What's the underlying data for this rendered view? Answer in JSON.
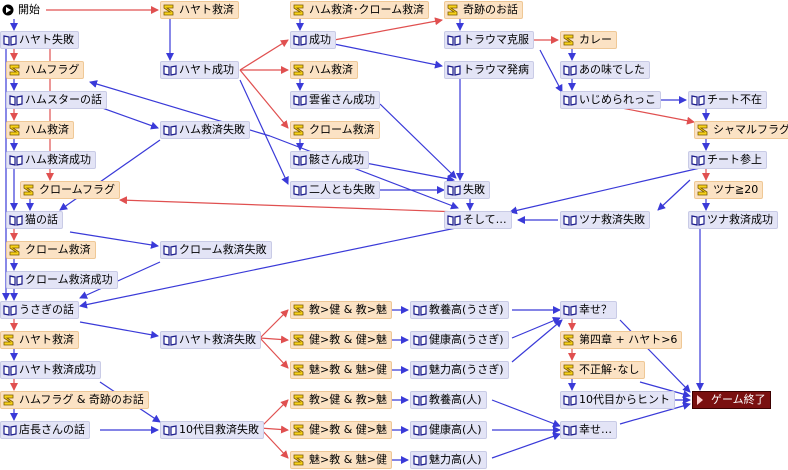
{
  "colors": {
    "flow": "#3a3ad8",
    "branch_flow": "#e05050",
    "scene_bg": "#e3e4f6",
    "branch_bg": "#fbe2c4",
    "end_bg": "#7a1010"
  },
  "nodes": {
    "start": {
      "label": "開始",
      "icon": "play-icon"
    },
    "hayato_fail": {
      "label": "ハヤト失敗",
      "icon": "book-icon"
    },
    "ham_flag": {
      "label": "ハムフラグ",
      "icon": "branch-icon"
    },
    "hamster_story": {
      "label": "ハムスターの話",
      "icon": "book-icon"
    },
    "ham_rescue_l": {
      "label": "ハム救済",
      "icon": "branch-icon"
    },
    "ham_rescue_success": {
      "label": "ハム救済成功",
      "icon": "book-icon"
    },
    "chrome_flag": {
      "label": "クロームフラグ",
      "icon": "branch-icon"
    },
    "cat_story": {
      "label": "猫の話",
      "icon": "book-icon"
    },
    "chrome_rescue_l": {
      "label": "クローム救済",
      "icon": "branch-icon"
    },
    "chrome_rescue_success": {
      "label": "クローム救済成功",
      "icon": "book-icon"
    },
    "rabbit_story": {
      "label": "うさぎの話",
      "icon": "book-icon"
    },
    "hayato_rescue_l": {
      "label": "ハヤト救済",
      "icon": "branch-icon"
    },
    "hayato_rescue_success": {
      "label": "ハヤト救済成功",
      "icon": "book-icon"
    },
    "ham_flag_miracle": {
      "label": "ハムフラグ & 奇跡のお話",
      "icon": "branch-icon"
    },
    "manager_story": {
      "label": "店長さんの話",
      "icon": "book-icon"
    },
    "hayato_rescue_top": {
      "label": "ハヤト救済",
      "icon": "branch-icon"
    },
    "hayato_success": {
      "label": "ハヤト成功",
      "icon": "book-icon"
    },
    "ham_chrome_rescue": {
      "label": "ハム救済･クローム救済",
      "icon": "branch-icon"
    },
    "success": {
      "label": "成功",
      "icon": "book-icon"
    },
    "ham_rescue_m": {
      "label": "ハム救済",
      "icon": "branch-icon"
    },
    "hibari_success": {
      "label": "雲雀さん成功",
      "icon": "book-icon"
    },
    "chrome_rescue_m": {
      "label": "クローム救済",
      "icon": "branch-icon"
    },
    "mukuro_success": {
      "label": "骸さん成功",
      "icon": "book-icon"
    },
    "ham_rescue_fail": {
      "label": "ハム救済失敗",
      "icon": "book-icon"
    },
    "chrome_rescue_fail": {
      "label": "クローム救済失敗",
      "icon": "book-icon"
    },
    "both_fail": {
      "label": "二人とも失敗",
      "icon": "book-icon"
    },
    "miracle_story": {
      "label": "奇跡のお話",
      "icon": "branch-icon"
    },
    "trauma_overcome": {
      "label": "トラウマ克服",
      "icon": "book-icon"
    },
    "trauma_onset": {
      "label": "トラウマ発病",
      "icon": "book-icon"
    },
    "failure": {
      "label": "失敗",
      "icon": "book-icon"
    },
    "and_then": {
      "label": "そして…",
      "icon": "book-icon"
    },
    "curry": {
      "label": "カレー",
      "icon": "branch-icon"
    },
    "taste": {
      "label": "あの味でした",
      "icon": "book-icon"
    },
    "bullied": {
      "label": "いじめられっこ",
      "icon": "book-icon"
    },
    "cheat_absent": {
      "label": "チート不在",
      "icon": "book-icon"
    },
    "shamal_flag": {
      "label": "シャマルフラグ",
      "icon": "branch-icon"
    },
    "cheat_arrive": {
      "label": "チート参上",
      "icon": "book-icon"
    },
    "tuna20": {
      "label": "ツナ≧20",
      "icon": "branch-icon"
    },
    "tuna_fail": {
      "label": "ツナ救済失敗",
      "icon": "book-icon"
    },
    "tuna_success": {
      "label": "ツナ救済成功",
      "icon": "book-icon"
    },
    "hayato_rescue_fail": {
      "label": "ハヤト救済失敗",
      "icon": "book-icon"
    },
    "b_edu1": {
      "label": "教>健 & 教>魅",
      "icon": "branch-icon"
    },
    "b_health1": {
      "label": "健>教 & 健>魅",
      "icon": "branch-icon"
    },
    "b_charm1": {
      "label": "魅>教 & 魅>健",
      "icon": "branch-icon"
    },
    "edu_rabbit": {
      "label": "教養高(うさぎ)",
      "icon": "book-icon"
    },
    "health_rabbit": {
      "label": "健康高(うさぎ)",
      "icon": "book-icon"
    },
    "charm_rabbit": {
      "label": "魅力高(うさぎ)",
      "icon": "book-icon"
    },
    "happy_q": {
      "label": "幸せ？",
      "icon": "book-icon"
    },
    "chapter4": {
      "label": "第四章 + ハヤト>6",
      "icon": "branch-icon"
    },
    "wrong_none": {
      "label": "不正解･なし",
      "icon": "branch-icon"
    },
    "hint10": {
      "label": "10代目からヒント",
      "icon": "book-icon"
    },
    "gen10_fail": {
      "label": "10代目救済失敗",
      "icon": "book-icon"
    },
    "b_edu2": {
      "label": "教>健 & 教>魅",
      "icon": "branch-icon"
    },
    "b_health2": {
      "label": "健>教 & 健>魅",
      "icon": "branch-icon"
    },
    "b_charm2": {
      "label": "魅>教 & 魅>健",
      "icon": "branch-icon"
    },
    "edu_person": {
      "label": "教養高(人)",
      "icon": "book-icon"
    },
    "health_person": {
      "label": "健康高(人)",
      "icon": "book-icon"
    },
    "charm_person": {
      "label": "魅力高(人)",
      "icon": "book-icon"
    },
    "happy_dots": {
      "label": "幸せ…",
      "icon": "book-icon"
    },
    "game_over": {
      "label": "ゲーム終了",
      "icon": "end-icon"
    }
  }
}
